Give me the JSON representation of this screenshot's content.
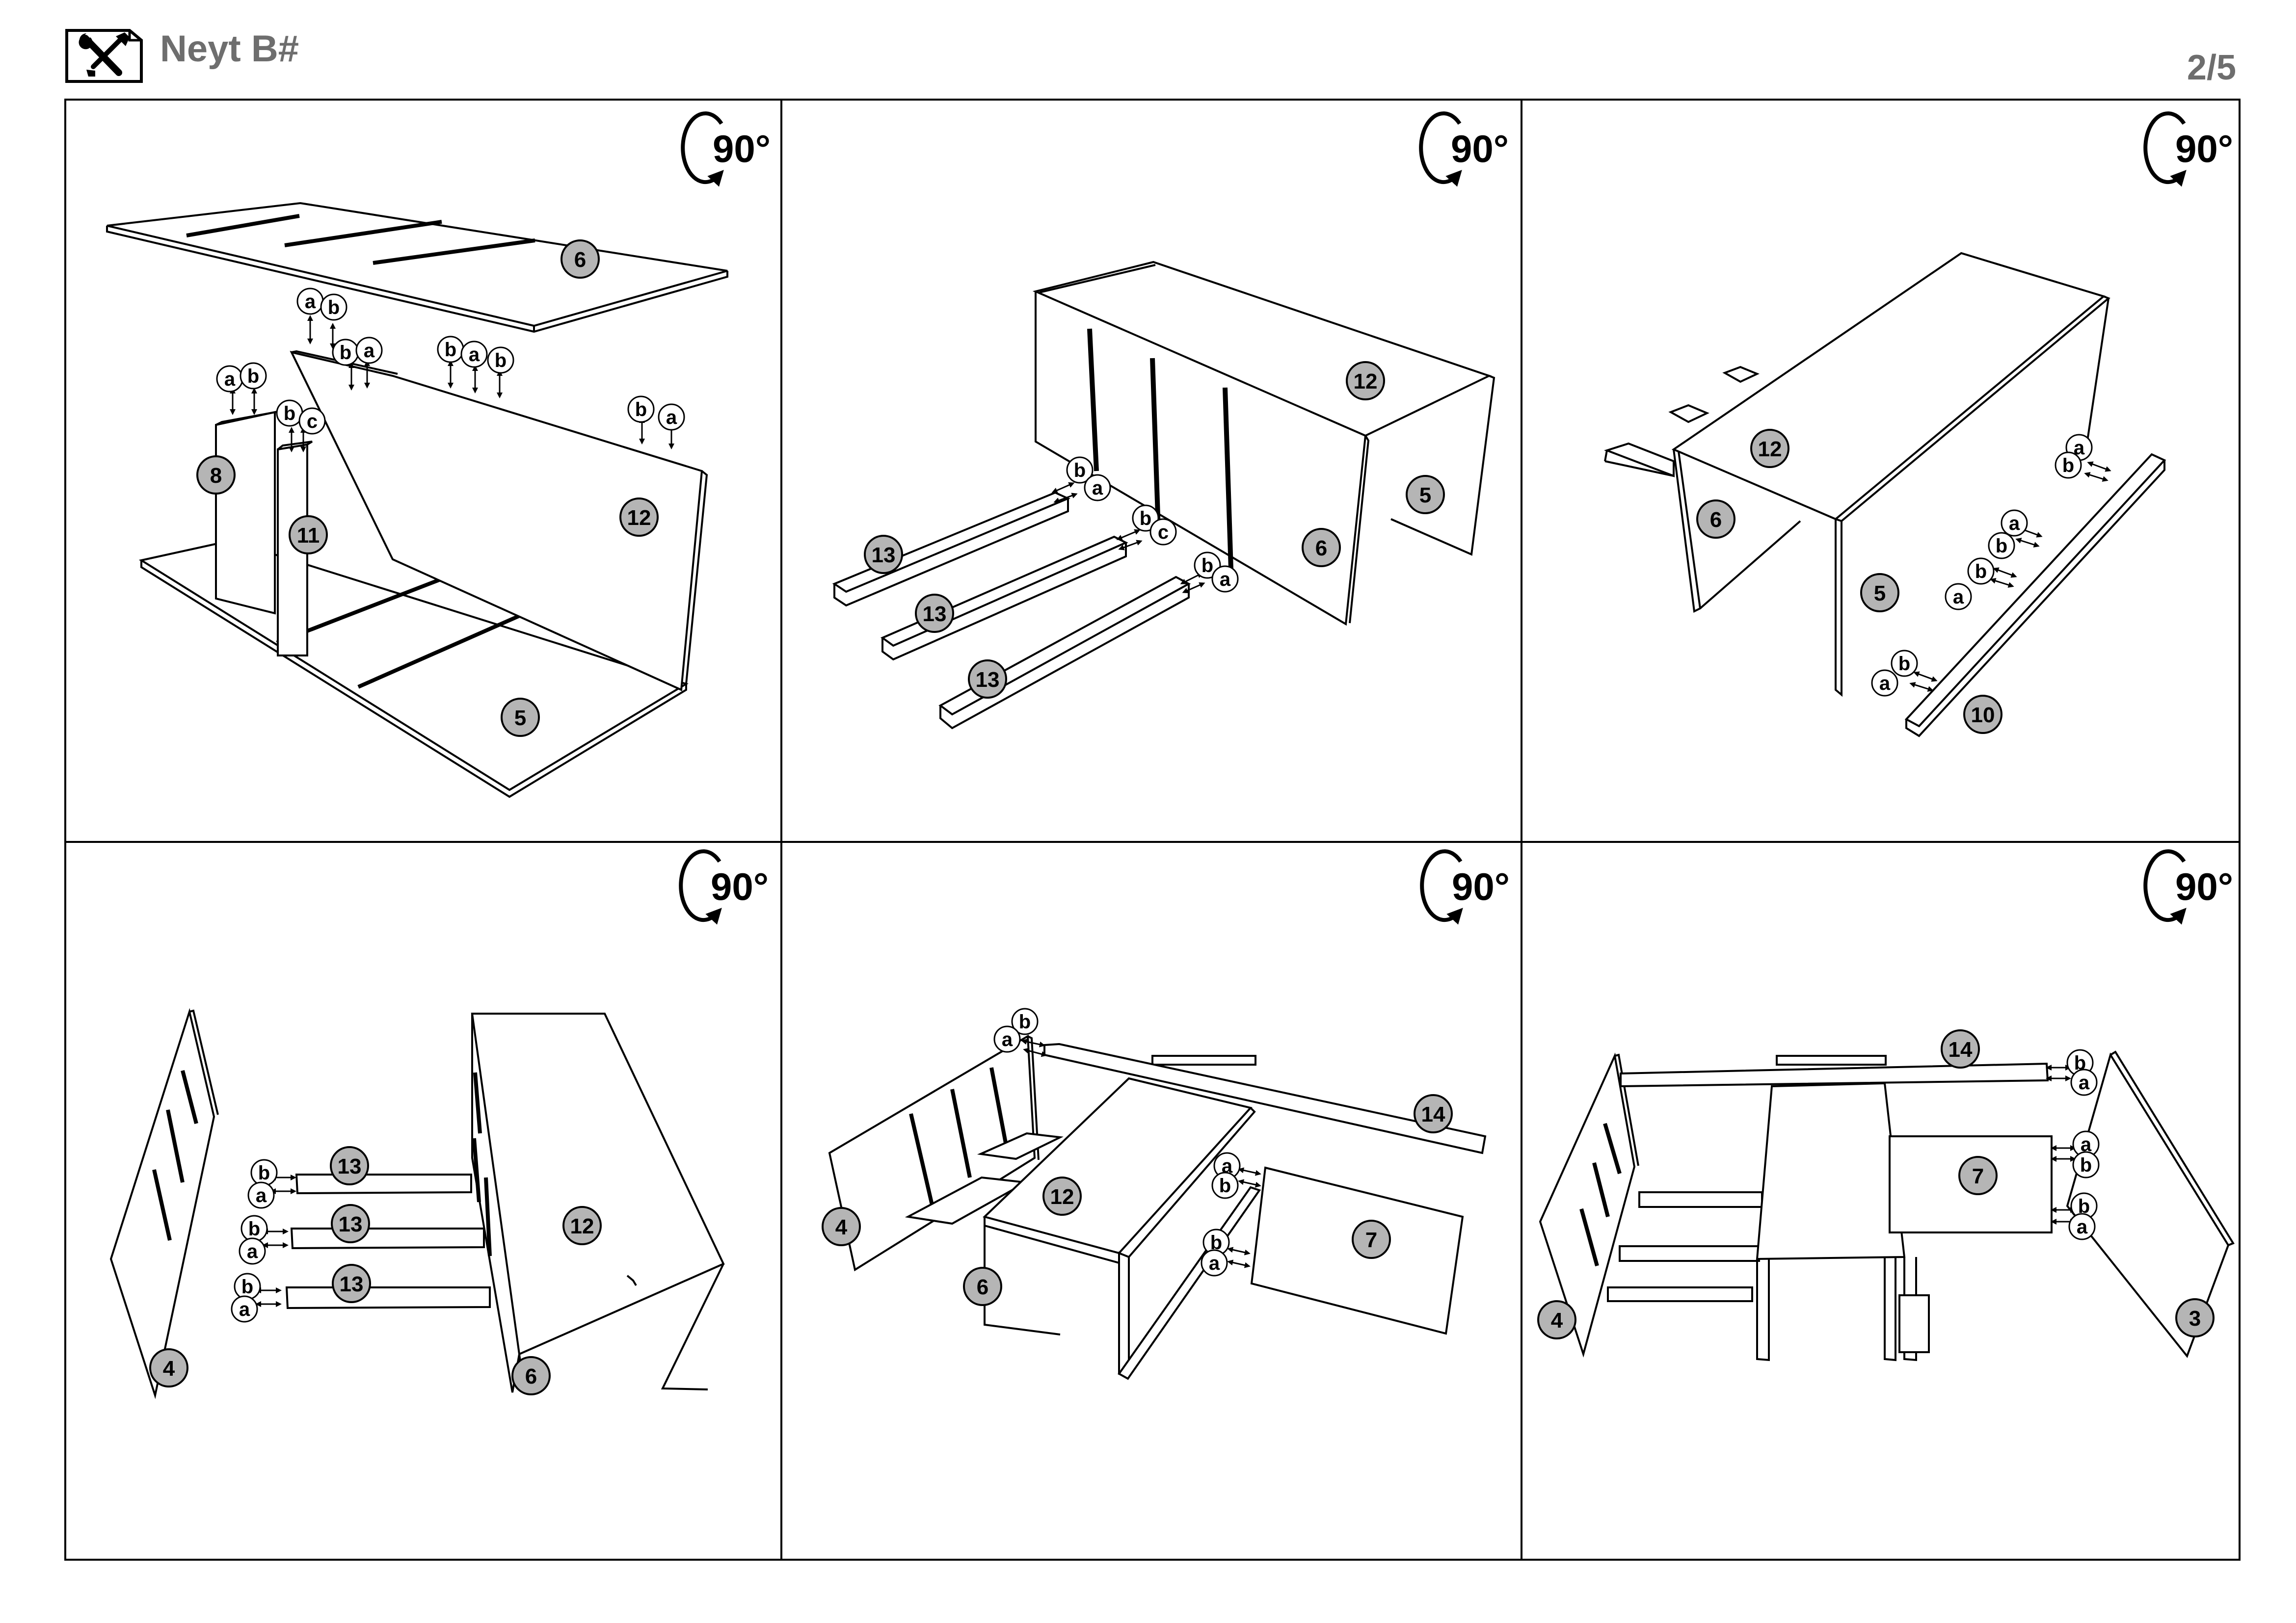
{
  "header": {
    "title": "Neyt B#",
    "page": "2/5",
    "icon": "tools-icon"
  },
  "rotate_label": "90°",
  "panels": [
    {
      "id": 1,
      "rotate": "90°",
      "parts": [
        "6",
        "8",
        "11",
        "12",
        "5"
      ],
      "connectors": [
        "a",
        "b",
        "b",
        "a",
        "b",
        "a",
        "b",
        "a",
        "b",
        "b",
        "c",
        "b",
        "a"
      ]
    },
    {
      "id": 2,
      "rotate": "90°",
      "parts": [
        "12",
        "5",
        "6",
        "13",
        "13",
        "13"
      ],
      "connectors": [
        "b",
        "a",
        "b",
        "c",
        "b",
        "a"
      ]
    },
    {
      "id": 3,
      "rotate": "90°",
      "parts": [
        "12",
        "6",
        "5",
        "10"
      ],
      "connectors": [
        "a",
        "b",
        "a",
        "b",
        "b",
        "a",
        "b",
        "a"
      ]
    },
    {
      "id": 4,
      "rotate": "90°",
      "parts": [
        "13",
        "13",
        "13",
        "12",
        "4",
        "6"
      ],
      "connectors": [
        "b",
        "a",
        "b",
        "a",
        "b",
        "a"
      ]
    },
    {
      "id": 5,
      "rotate": "90°",
      "parts": [
        "12",
        "14",
        "7",
        "4",
        "6"
      ],
      "connectors": [
        "b",
        "a",
        "a",
        "b",
        "b",
        "a"
      ]
    },
    {
      "id": 6,
      "rotate": "90°",
      "parts": [
        "14",
        "7",
        "4",
        "3"
      ],
      "connectors": [
        "b",
        "a",
        "a",
        "b",
        "b",
        "a"
      ]
    }
  ]
}
